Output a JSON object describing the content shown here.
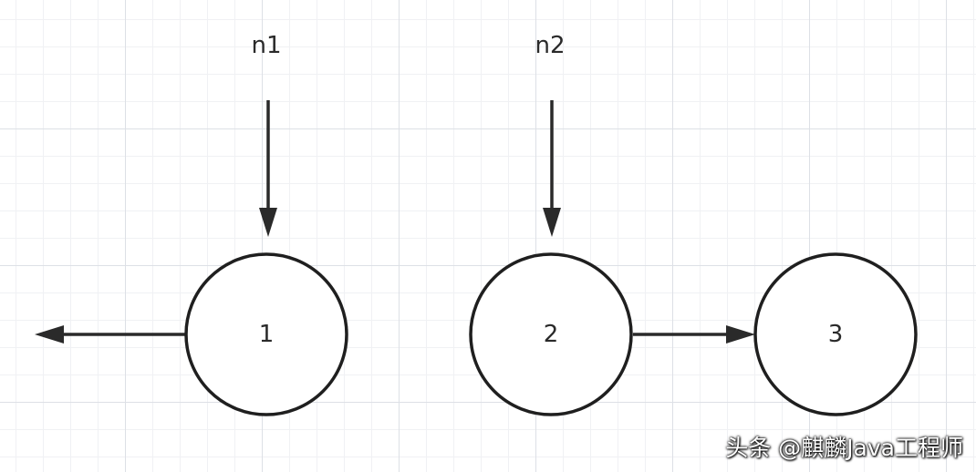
{
  "diagram": {
    "pointers": [
      {
        "id": "n1",
        "label": "n1"
      },
      {
        "id": "n2",
        "label": "n2"
      }
    ],
    "nodes": [
      {
        "id": "node-1",
        "label": "1"
      },
      {
        "id": "node-2",
        "label": "2"
      },
      {
        "id": "node-3",
        "label": "3"
      }
    ],
    "edges": [
      {
        "from": "node-1",
        "to": "left-outside"
      },
      {
        "from": "node-2",
        "to": "node-3"
      }
    ],
    "colors": {
      "stroke": "#1f1f1f",
      "grid": "#dde0e6"
    }
  },
  "watermark": {
    "text": "头条 @麒麟Java工程师"
  }
}
